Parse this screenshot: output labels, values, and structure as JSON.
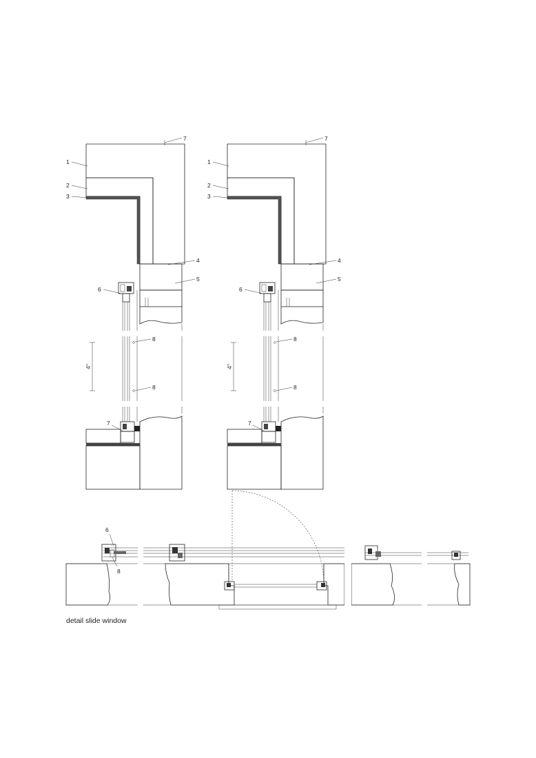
{
  "caption": "detail slide window",
  "labels": {
    "one": "1",
    "two": "2",
    "three": "3",
    "four": "4",
    "five": "5",
    "six": "6",
    "seven": "7",
    "eight": "8"
  },
  "dimension": "4°"
}
